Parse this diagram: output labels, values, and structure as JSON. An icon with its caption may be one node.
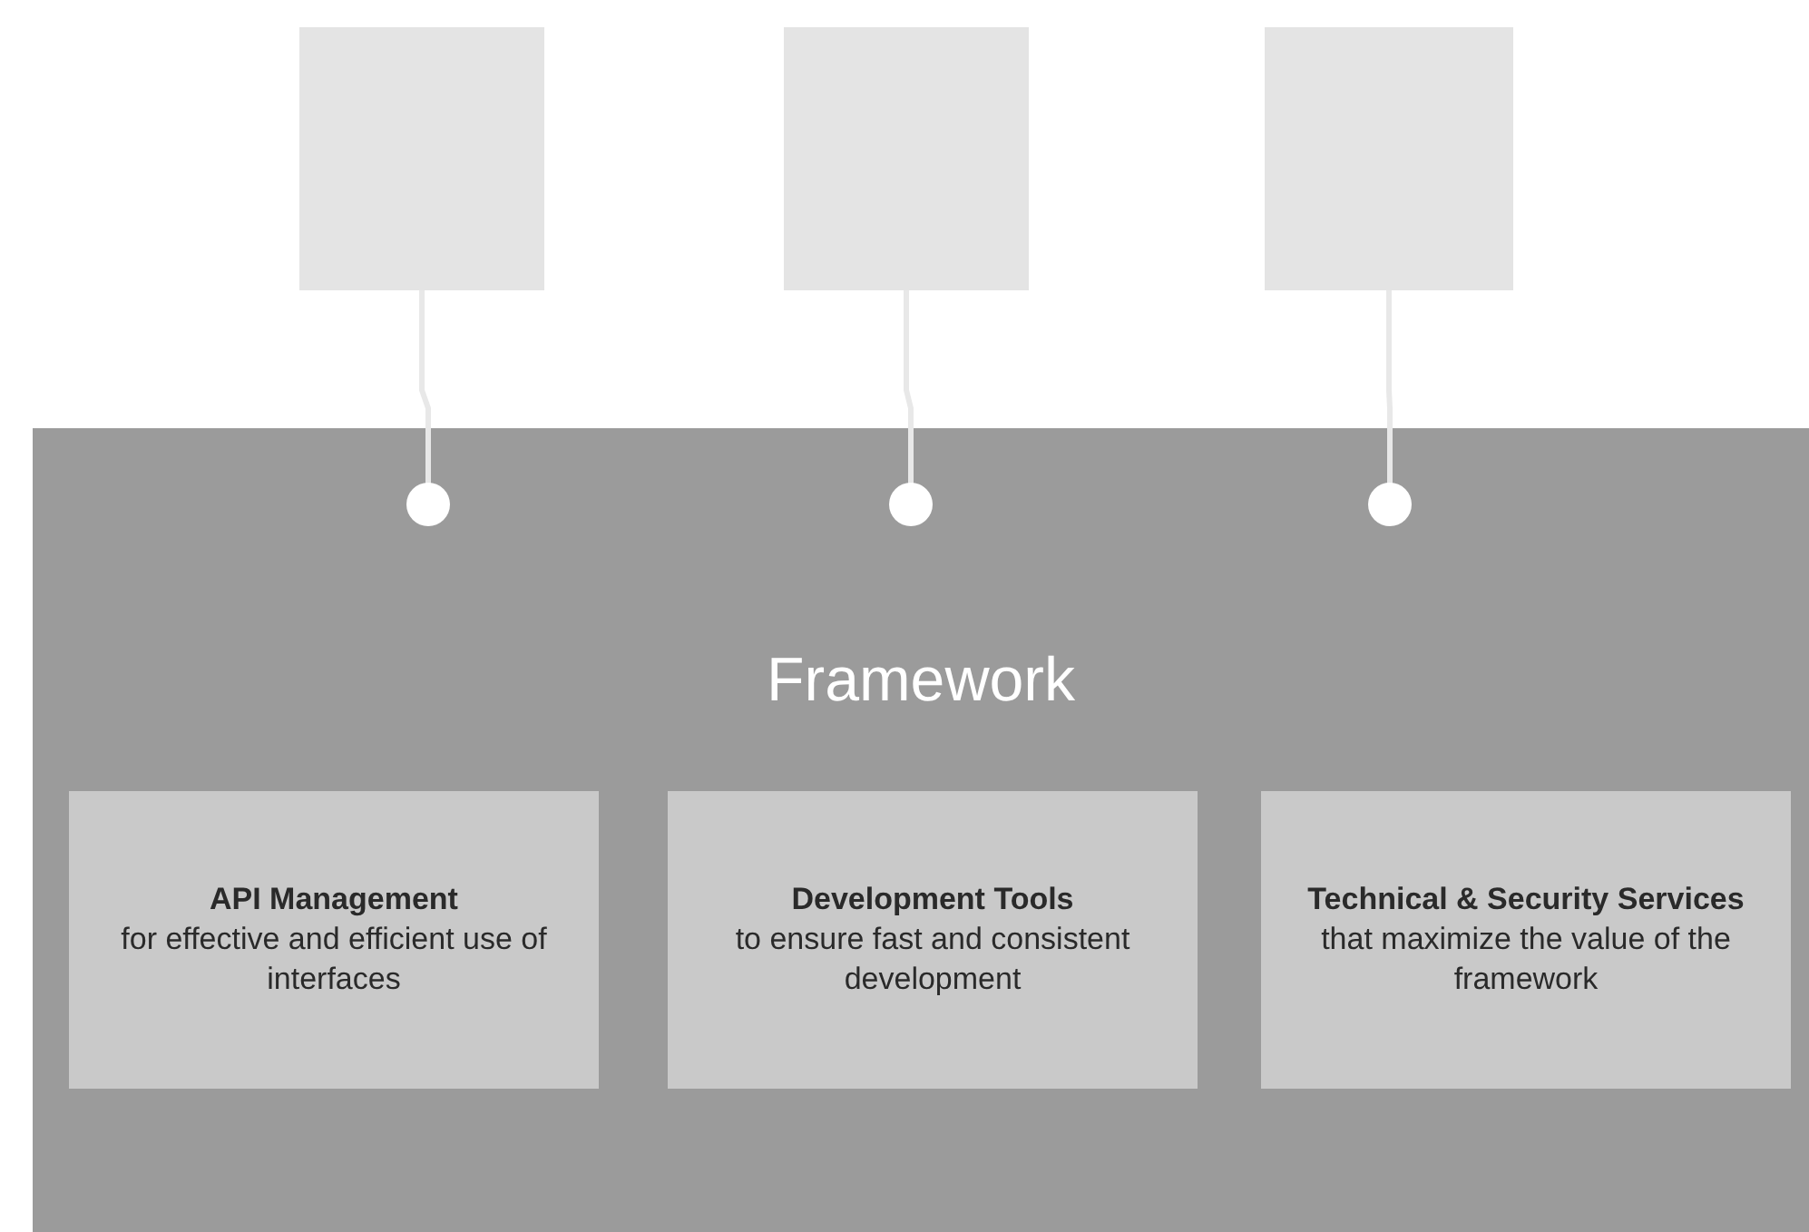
{
  "diagram": {
    "nodes": [
      {
        "text": [],
        "shape": "box"
      },
      {
        "text": [],
        "shape": "box"
      },
      {
        "text": [],
        "shape": "box"
      },
      {
        "text": [
          "Framework"
        ]
      },
      {
        "text": [
          "API Management",
          "for effective and efficient use of interfaces"
        ],
        "in": 3
      },
      {
        "text": [
          "Development Tools",
          "to ensure fast and consistent development"
        ],
        "in": 3
      },
      {
        "text": [
          "Technical & Security Services",
          "that maximize the value of the framework"
        ],
        "in": 3
      }
    ],
    "edges": [
      {
        "from": 0,
        "to": 3,
        "arrow": "other"
      },
      {
        "from": 1,
        "to": 3,
        "arrow": "other"
      },
      {
        "from": 2,
        "to": 3,
        "arrow": "other"
      }
    ]
  }
}
